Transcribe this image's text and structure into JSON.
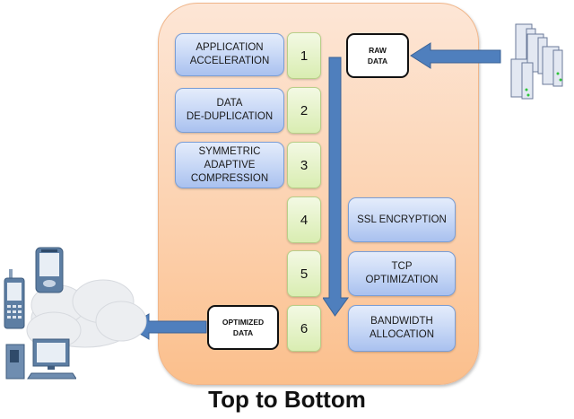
{
  "title": "Top to Bottom",
  "left_steps": [
    {
      "label": "APPLICATION\nACCELERATION",
      "number": "1"
    },
    {
      "label": "DATA\nDE-DUPLICATION",
      "number": "2"
    },
    {
      "label": "SYMMETRIC\nADAPTIVE\nCOMPRESSION",
      "number": "3"
    }
  ],
  "right_steps": [
    {
      "label": "SSL ENCRYPTION",
      "number": "4"
    },
    {
      "label": "TCP\nOPTIMIZATION",
      "number": "5"
    },
    {
      "label": "BANDWIDTH\nALLOCATION",
      "number": "6"
    }
  ],
  "input_box": "RAW\nDATA",
  "output_box": "OPTIMIZED\nDATA",
  "icons": {
    "source": "server-stack-icon",
    "destination": [
      "cloud-icon",
      "pda-icon",
      "mobile-phone-icon",
      "desktop-computer-icon"
    ]
  },
  "colors": {
    "panel": "#fcd2b0",
    "step_box": "#c8d8f6",
    "number_box": "#d9edb2",
    "arrow": "#4f7fbd"
  }
}
